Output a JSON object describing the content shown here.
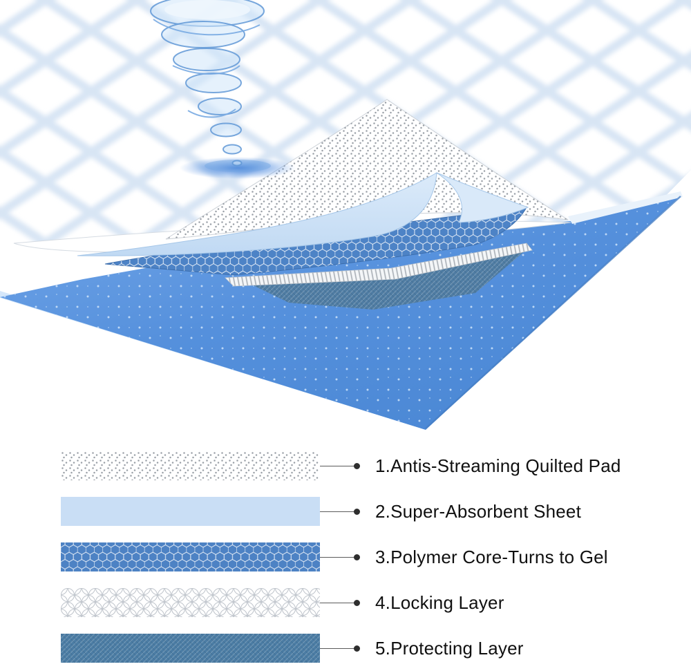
{
  "page": {
    "background": "#ffffff"
  },
  "illustration": {
    "description": "Exploded cutaway view of a disposable absorbent pad with peeled-back layers and a water vortex being absorbed into the quilted top surface",
    "colors": {
      "quilt_grid": "#d8e5f4",
      "dot_texture_gray": "#9aa0a7",
      "absorbent_sheet_blue": "#c9def5",
      "polymer_core_blue": "#4d83c6",
      "locking_layer_white": "#f4f6f8",
      "protecting_layer_teal": "#4b7ca4",
      "base_slab_blue": "#5590dc",
      "vortex_blue": "#6098d6"
    }
  },
  "legend": {
    "items": [
      {
        "label": "1.Antis-Streaming Quilted Pad",
        "swatch": "quilted-dots"
      },
      {
        "label": "2.Super-Absorbent Sheet",
        "swatch": "light-blue-solid"
      },
      {
        "label": "3.Polymer Core-Turns to Gel",
        "swatch": "blue-honeycomb"
      },
      {
        "label": "4.Locking Layer",
        "swatch": "white-ring-mesh"
      },
      {
        "label": "5.Protecting Layer",
        "swatch": "steel-blue-weave"
      }
    ]
  }
}
